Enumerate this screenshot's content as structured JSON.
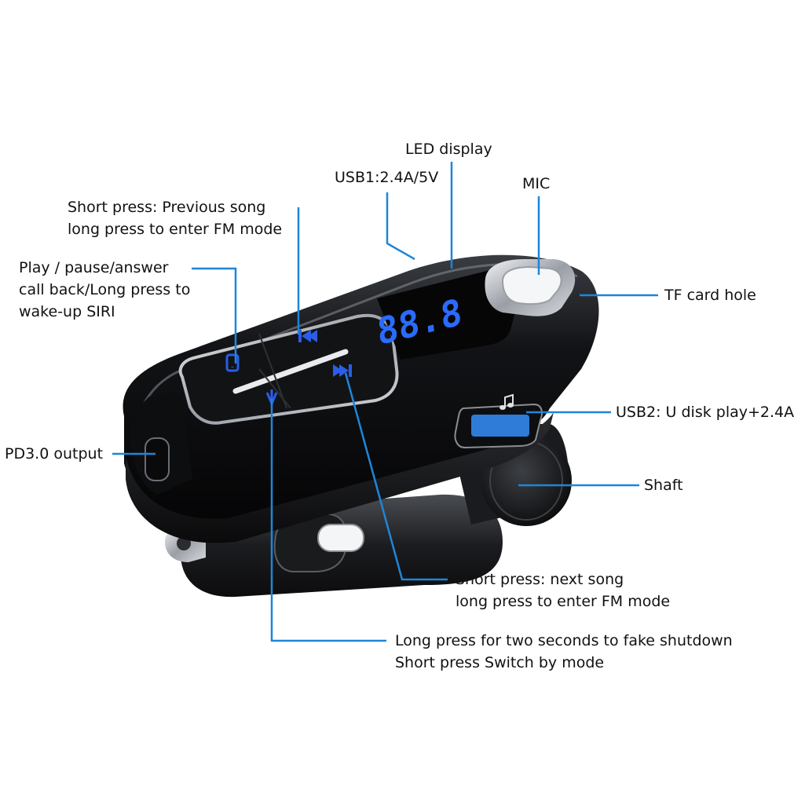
{
  "colors": {
    "leader_line": "#1e86d8",
    "device_body": "#15171a",
    "device_highlight": "#6a6e74",
    "led_digits": "#2a6bff",
    "button_icons": "#2a5de8",
    "usb_port": "#2f7bd8"
  },
  "device": {
    "led_readout": "88.8"
  },
  "callouts": {
    "led_display": {
      "lines": [
        "LED display"
      ]
    },
    "usb1": {
      "lines": [
        "USB1:2.4A/5V"
      ]
    },
    "mic": {
      "lines": [
        "MIC"
      ]
    },
    "prev_song": {
      "lines": [
        "Short press: Previous song",
        "long press to enter FM mode"
      ]
    },
    "play_pause": {
      "lines": [
        "Play / pause/answer",
        "call back/Long press to",
        "wake-up SIRI"
      ]
    },
    "tf_card": {
      "lines": [
        "TF card hole"
      ]
    },
    "usb2": {
      "lines": [
        "USB2: U disk play+2.4A"
      ]
    },
    "pd_output": {
      "lines": [
        "PD3.0 output"
      ]
    },
    "shaft": {
      "lines": [
        "Shaft"
      ]
    },
    "next_song": {
      "lines": [
        "Short press: next song",
        "long press to enter FM mode"
      ]
    },
    "mode_button": {
      "lines": [
        "Long press for two seconds to fake shutdown",
        "Short press Switch by mode"
      ]
    }
  },
  "icons": [
    "phone-icon",
    "previous-track-icon",
    "next-track-icon",
    "mode-icon",
    "music-note-icon"
  ]
}
